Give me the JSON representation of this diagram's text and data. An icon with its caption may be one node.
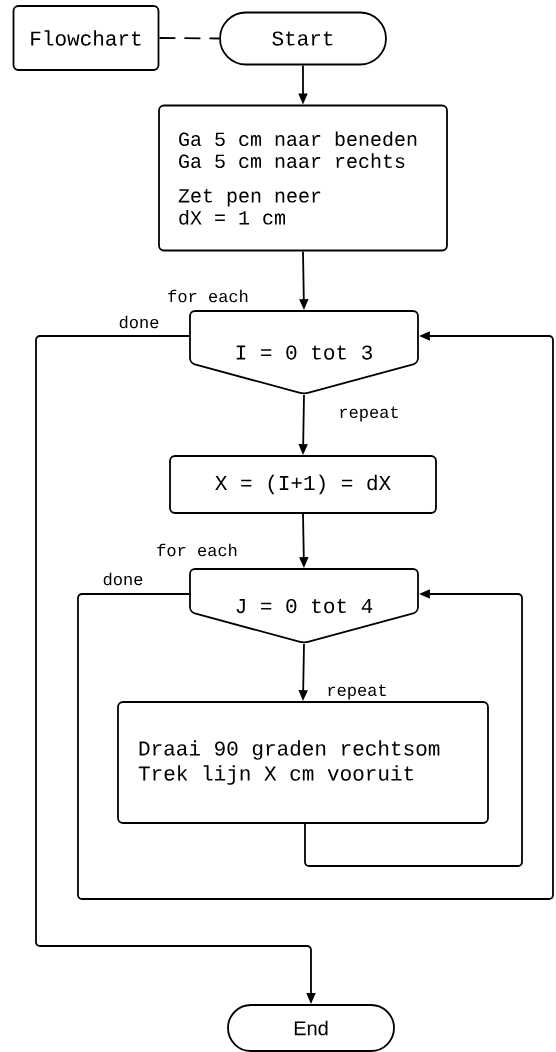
{
  "diagram": {
    "nodes": [
      {
        "text": [
          "Flowchart"
        ]
      },
      {
        "text": [
          "Start"
        ]
      },
      {
        "text": [
          "Ga 5 cm naar beneden Ga 5 cm naar rechts",
          "Zet pen neer dX = 1 cm"
        ]
      },
      {
        "text": [
          "I = 0 tot 3"
        ]
      },
      {
        "text": [
          "X = (I+1) = dX"
        ]
      },
      {
        "text": [
          "J = 0 tot 4"
        ]
      },
      {
        "text": [
          "Draai 90 graden rechtsom Trek lijn X cm vooruit"
        ]
      },
      {
        "text": [
          "End"
        ]
      }
    ],
    "edges": [
      {
        "from": 0,
        "to": 1,
        "arrow": "none",
        "style": "dashed"
      },
      {
        "from": 1,
        "to": 2,
        "arrow": "to"
      },
      {
        "from": 2,
        "to": 3,
        "arrow": "to",
        "label": "for each"
      },
      {
        "from": 3,
        "to": 4,
        "arrow": "to",
        "label": "repeat"
      },
      {
        "from": 4,
        "to": 5,
        "arrow": "to",
        "label": "for each"
      },
      {
        "from": 5,
        "to": 6,
        "arrow": "to",
        "label": "repeat"
      },
      {
        "from": 6,
        "to": 5,
        "arrow": "to"
      },
      {
        "from": 5,
        "to": 3,
        "arrow": "to",
        "label": "done"
      },
      {
        "from": 3,
        "to": 7,
        "arrow": "to",
        "label": "done"
      }
    ]
  }
}
